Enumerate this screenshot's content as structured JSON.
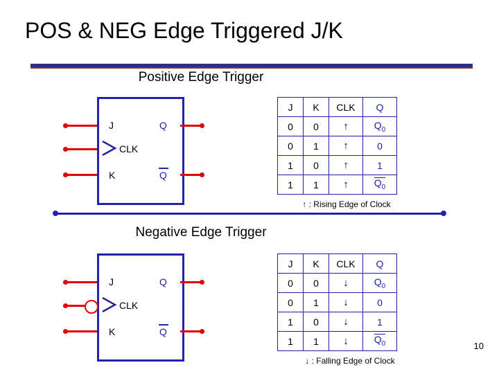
{
  "slide": {
    "title": "POS & NEG Edge Triggered J/K",
    "page_number": "10",
    "accent_color": "#2222aa",
    "wire_color": "#e00000",
    "rule_top_color": "#2b2f86",
    "rule_bottom_color": "#8b2f3a"
  },
  "sections": [
    {
      "id": "positive",
      "label": "Positive Edge Trigger",
      "diagram": {
        "inputs": [
          "J",
          "CLK",
          "K"
        ],
        "outputs": [
          "Q",
          "Q̅"
        ],
        "clock_bubble": false,
        "clock_symbol": "dynamic-input-triangle"
      },
      "table": {
        "headers": [
          "J",
          "K",
          "CLK",
          "Q"
        ],
        "rows": [
          {
            "j": "0",
            "k": "0",
            "clk": "↑",
            "q": "Q",
            "q_sub": "0",
            "q_overline": false
          },
          {
            "j": "0",
            "k": "1",
            "clk": "↑",
            "q": "0",
            "q_sub": "",
            "q_overline": false
          },
          {
            "j": "1",
            "k": "0",
            "clk": "↑",
            "q": "1",
            "q_sub": "",
            "q_overline": false
          },
          {
            "j": "1",
            "k": "1",
            "clk": "↑",
            "q": "Q",
            "q_sub": "0",
            "q_overline": true
          }
        ]
      },
      "note": "↑ : Rising Edge of Clock"
    },
    {
      "id": "negative",
      "label": "Negative Edge Trigger",
      "diagram": {
        "inputs": [
          "J",
          "CLK",
          "K"
        ],
        "outputs": [
          "Q",
          "Q̅"
        ],
        "clock_bubble": true,
        "clock_symbol": "dynamic-input-triangle-with-bubble"
      },
      "table": {
        "headers": [
          "J",
          "K",
          "CLK",
          "Q"
        ],
        "rows": [
          {
            "j": "0",
            "k": "0",
            "clk": "↓",
            "q": "Q",
            "q_sub": "0",
            "q_overline": false
          },
          {
            "j": "0",
            "k": "1",
            "clk": "↓",
            "q": "0",
            "q_sub": "",
            "q_overline": false
          },
          {
            "j": "1",
            "k": "0",
            "clk": "↓",
            "q": "1",
            "q_sub": "",
            "q_overline": false
          },
          {
            "j": "1",
            "k": "1",
            "clk": "↓",
            "q": "Q",
            "q_sub": "0",
            "q_overline": true
          }
        ]
      },
      "note": "↓ : Falling Edge of Clock"
    }
  ]
}
